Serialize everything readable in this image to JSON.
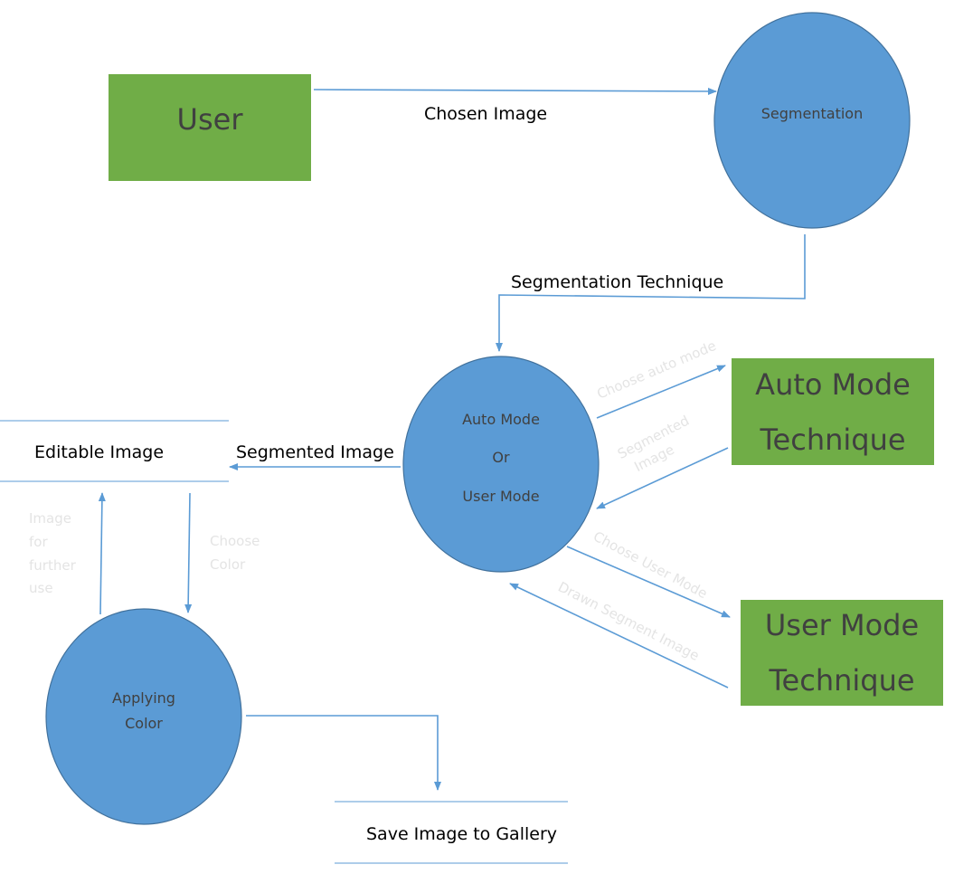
{
  "entities": {
    "user": {
      "label": "User"
    },
    "auto_mode": {
      "line1": "Auto Mode",
      "line2": "Technique"
    },
    "user_mode": {
      "line1": "User Mode",
      "line2": "Technique"
    }
  },
  "processes": {
    "segmentation": {
      "label": "Segmentation"
    },
    "mode_select": {
      "line1": "Auto Mode",
      "line2": "Or",
      "line3": "User Mode"
    },
    "applying_color": {
      "line1": "Applying",
      "line2": "Color"
    }
  },
  "data_stores": {
    "editable_image": {
      "label": "Editable Image"
    },
    "gallery": {
      "label": "Save Image to Gallery"
    }
  },
  "flows": {
    "chosen_image": "Chosen Image",
    "segmentation_technique": "Segmentation Technique",
    "segmented_image": "Segmented Image",
    "choose_auto_mode": "Choose auto mode",
    "segmented_image_return": {
      "line1": "Segmented",
      "line2": "Image"
    },
    "choose_user_mode": "Choose User Mode",
    "drawn_segment_image": "Drawn Segment Image",
    "image_further_use": {
      "line1": "Image",
      "line2": "for",
      "line3": "further",
      "line4": "use"
    },
    "choose_color": {
      "line1": "Choose",
      "line2": "Color"
    }
  },
  "colors": {
    "entity_fill": "#70ad47",
    "process_fill": "#5b9bd5",
    "process_stroke": "#41719c",
    "flow_line": "#5b9bd5",
    "text_dark": "#404040",
    "label_faint": "#e4e4e4"
  }
}
